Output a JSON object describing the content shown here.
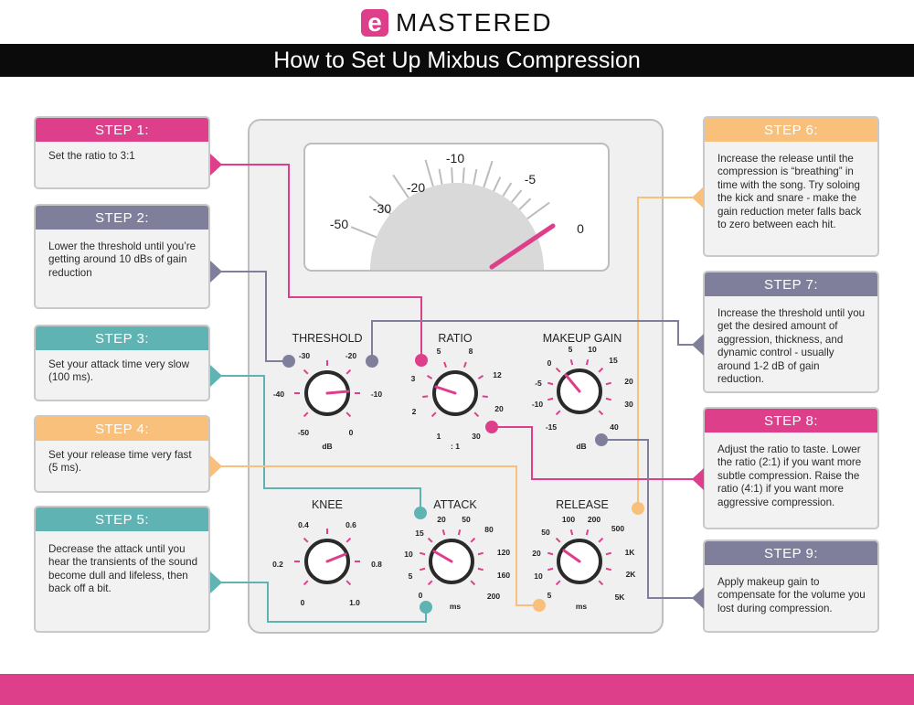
{
  "brand": {
    "mark": "e",
    "name": "MASTERED"
  },
  "title": "How to Set Up Mixbus Compression",
  "colors": {
    "pink": "#dd3f8b",
    "purple": "#7f7f9c",
    "teal": "#5fb3b3",
    "orange": "#f8c07a",
    "dark": "#0b0b0b"
  },
  "steps": [
    {
      "title": "STEP 1:",
      "text": "Set the ratio to 3:1",
      "color": "pink"
    },
    {
      "title": "STEP 2:",
      "text": "Lower the threshold until you’re getting around 10 dBs of gain reduction",
      "color": "purple"
    },
    {
      "title": "STEP 3:",
      "text": "Set your attack time very slow (100 ms).",
      "color": "teal"
    },
    {
      "title": "STEP 4:",
      "text": "Set your release time very fast (5 ms).",
      "color": "orange"
    },
    {
      "title": "STEP 5:",
      "text": "Decrease the attack until you hear the transients of the sound become dull and lifeless, then back off a bit.",
      "color": "teal"
    },
    {
      "title": "STEP 6:",
      "text": "Increase the release until the compression is “breathing” in time with the song. Try soloing the kick and snare - make the gain reduction meter falls back to zero between each hit.",
      "color": "orange"
    },
    {
      "title": "STEP 7:",
      "text": "Increase the threshold until you get the desired amount of aggression, thickness, and dynamic control - usually around 1-2 dB of gain reduction.",
      "color": "purple"
    },
    {
      "title": "STEP 8:",
      "text": "Adjust the ratio to taste. Lower the ratio (2:1) if you want more subtle compression. Raise the ratio (4:1) if you want more aggressive compression.",
      "color": "pink"
    },
    {
      "title": "STEP 9:",
      "text": "Apply makeup gain to compensate for the volume you lost during compression.",
      "color": "purple"
    }
  ],
  "meter": {
    "scale": [
      "-50",
      "-30",
      "-20",
      "-10",
      "-5",
      "0"
    ]
  },
  "knobs": [
    {
      "name": "THRESHOLD",
      "scale": [
        "-30",
        "-20",
        "-10",
        "0",
        "-50",
        "-40"
      ],
      "unit": "dB"
    },
    {
      "name": "RATIO",
      "scale": [
        "5",
        "8",
        "12",
        "20",
        "30",
        "1",
        "2",
        "3"
      ],
      "unit": ": 1"
    },
    {
      "name": "MAKEUP GAIN",
      "scale": [
        "5",
        "10",
        "15",
        "20",
        "30",
        "40",
        "-15",
        "-10",
        "-5",
        "0"
      ],
      "unit": "dB"
    },
    {
      "name": "KNEE",
      "scale": [
        "0.4",
        "0.6",
        "0.8",
        "1.0",
        "0",
        "0.2"
      ],
      "unit": ""
    },
    {
      "name": "ATTACK",
      "scale": [
        "20",
        "50",
        "80",
        "120",
        "160",
        "200",
        "0",
        "5",
        "10",
        "15"
      ],
      "unit": "ms"
    },
    {
      "name": "RELEASE",
      "scale": [
        "100",
        "200",
        "500",
        "1K",
        "2K",
        "5K",
        "5",
        "10",
        "20",
        "50"
      ],
      "unit": "ms"
    }
  ]
}
